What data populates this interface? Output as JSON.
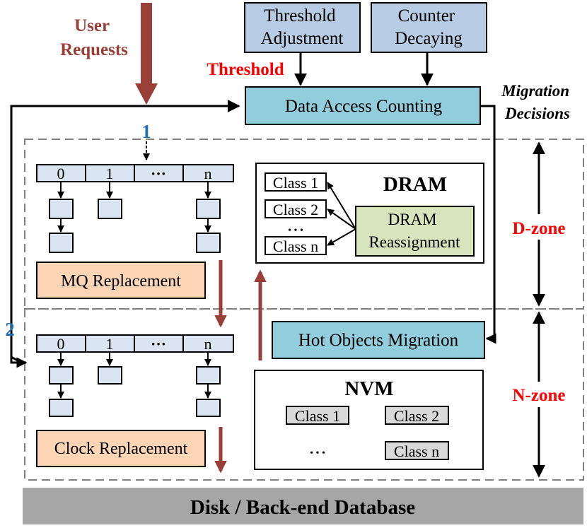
{
  "user_requests": {
    "line1": "User",
    "line2": "Requests"
  },
  "threshold_label": "Threshold",
  "threshold_adjustment": {
    "line1": "Threshold",
    "line2": "Adjustment"
  },
  "counter_decaying": {
    "line1": "Counter",
    "line2": "Decaying"
  },
  "data_access_counting": "Data Access Counting",
  "migration_decisions": {
    "line1": "Migration",
    "line2": "Decisions"
  },
  "path_markers": {
    "first": "1",
    "second": "2"
  },
  "mq_queue": {
    "cells": [
      "0",
      "1",
      "···",
      "n"
    ],
    "label": "MQ Replacement"
  },
  "clock_queue": {
    "cells": [
      "0",
      "1",
      "···",
      "n"
    ],
    "label": "Clock Replacement"
  },
  "dram": {
    "title": "DRAM",
    "classes": [
      "Class 1",
      "Class 2",
      "Class n"
    ],
    "ellipsis": "• • •",
    "reassignment": {
      "line1": "DRAM",
      "line2": "Reassignment"
    }
  },
  "hot_objects_migration": "Hot Objects Migration",
  "nvm": {
    "title": "NVM",
    "classes": [
      "Class 1",
      "Class 2",
      "Class n"
    ],
    "ellipsis": "• • •"
  },
  "zones": {
    "d_zone": "D-zone",
    "n_zone": "N-zone"
  },
  "disk": "Disk / Back-end Database",
  "colors": {
    "brown_arrow": "#9a3f37",
    "red_text": "#ff0000",
    "blue_number": "#1f6fb5",
    "teal_box": "#92cddc",
    "steelblue_box": "#b8cce4",
    "queue_fill": "#dbe5f1",
    "orange_box": "#fbd5b5",
    "green_box": "#d7e4bc",
    "grey_class": "#d9d9d9",
    "disk_bar": "#a6a6a6",
    "dashed_border": "#7f7f7f"
  }
}
